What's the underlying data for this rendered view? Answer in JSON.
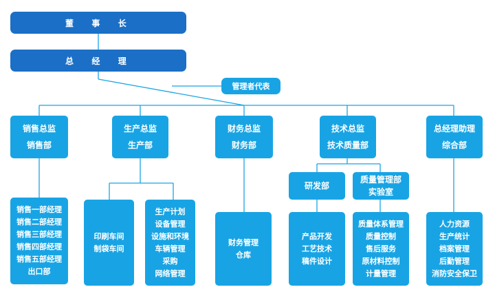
{
  "chairman": "董　事　长",
  "general_manager": "总　经　理",
  "management_rep": "管理者代表",
  "departments": [
    {
      "title": "销售总监",
      "name": "销售部"
    },
    {
      "title": "生产总监",
      "name": "生产部"
    },
    {
      "title": "财务总监",
      "name": "财务部"
    },
    {
      "title": "技术总监",
      "name": "技术质量部"
    },
    {
      "title": "总经理助理",
      "name": "综合部"
    }
  ],
  "tech_subunits": {
    "rnd": "研发部",
    "quality": {
      "line1": "质量管理部",
      "line2": "实验室"
    }
  },
  "leaves": {
    "sales": [
      "销售一部经理",
      "销售二部经理",
      "销售三部经理",
      "销售四部经理",
      "销售五部经理",
      "出口部"
    ],
    "workshops": [
      "印刷车间",
      "制袋车间"
    ],
    "production": [
      "生产计划",
      "设备管理",
      "设施和环境",
      "车辆管理",
      "采购",
      "网络管理"
    ],
    "finance": [
      "财务管理",
      "仓库"
    ],
    "rnd": [
      "产品开发",
      "工艺技术",
      "稿件设计"
    ],
    "quality": [
      "质量体系管理",
      "质量控制",
      "售后服务",
      "原材料控制",
      "计量管理"
    ],
    "admin": [
      "人力资源",
      "生产统计",
      "档案管理",
      "后勤管理",
      "消防安全保卫"
    ]
  },
  "colors": {
    "dark_box": "#1b6fc6",
    "light_box": "#18a4e4",
    "line": "#18a4e4"
  }
}
